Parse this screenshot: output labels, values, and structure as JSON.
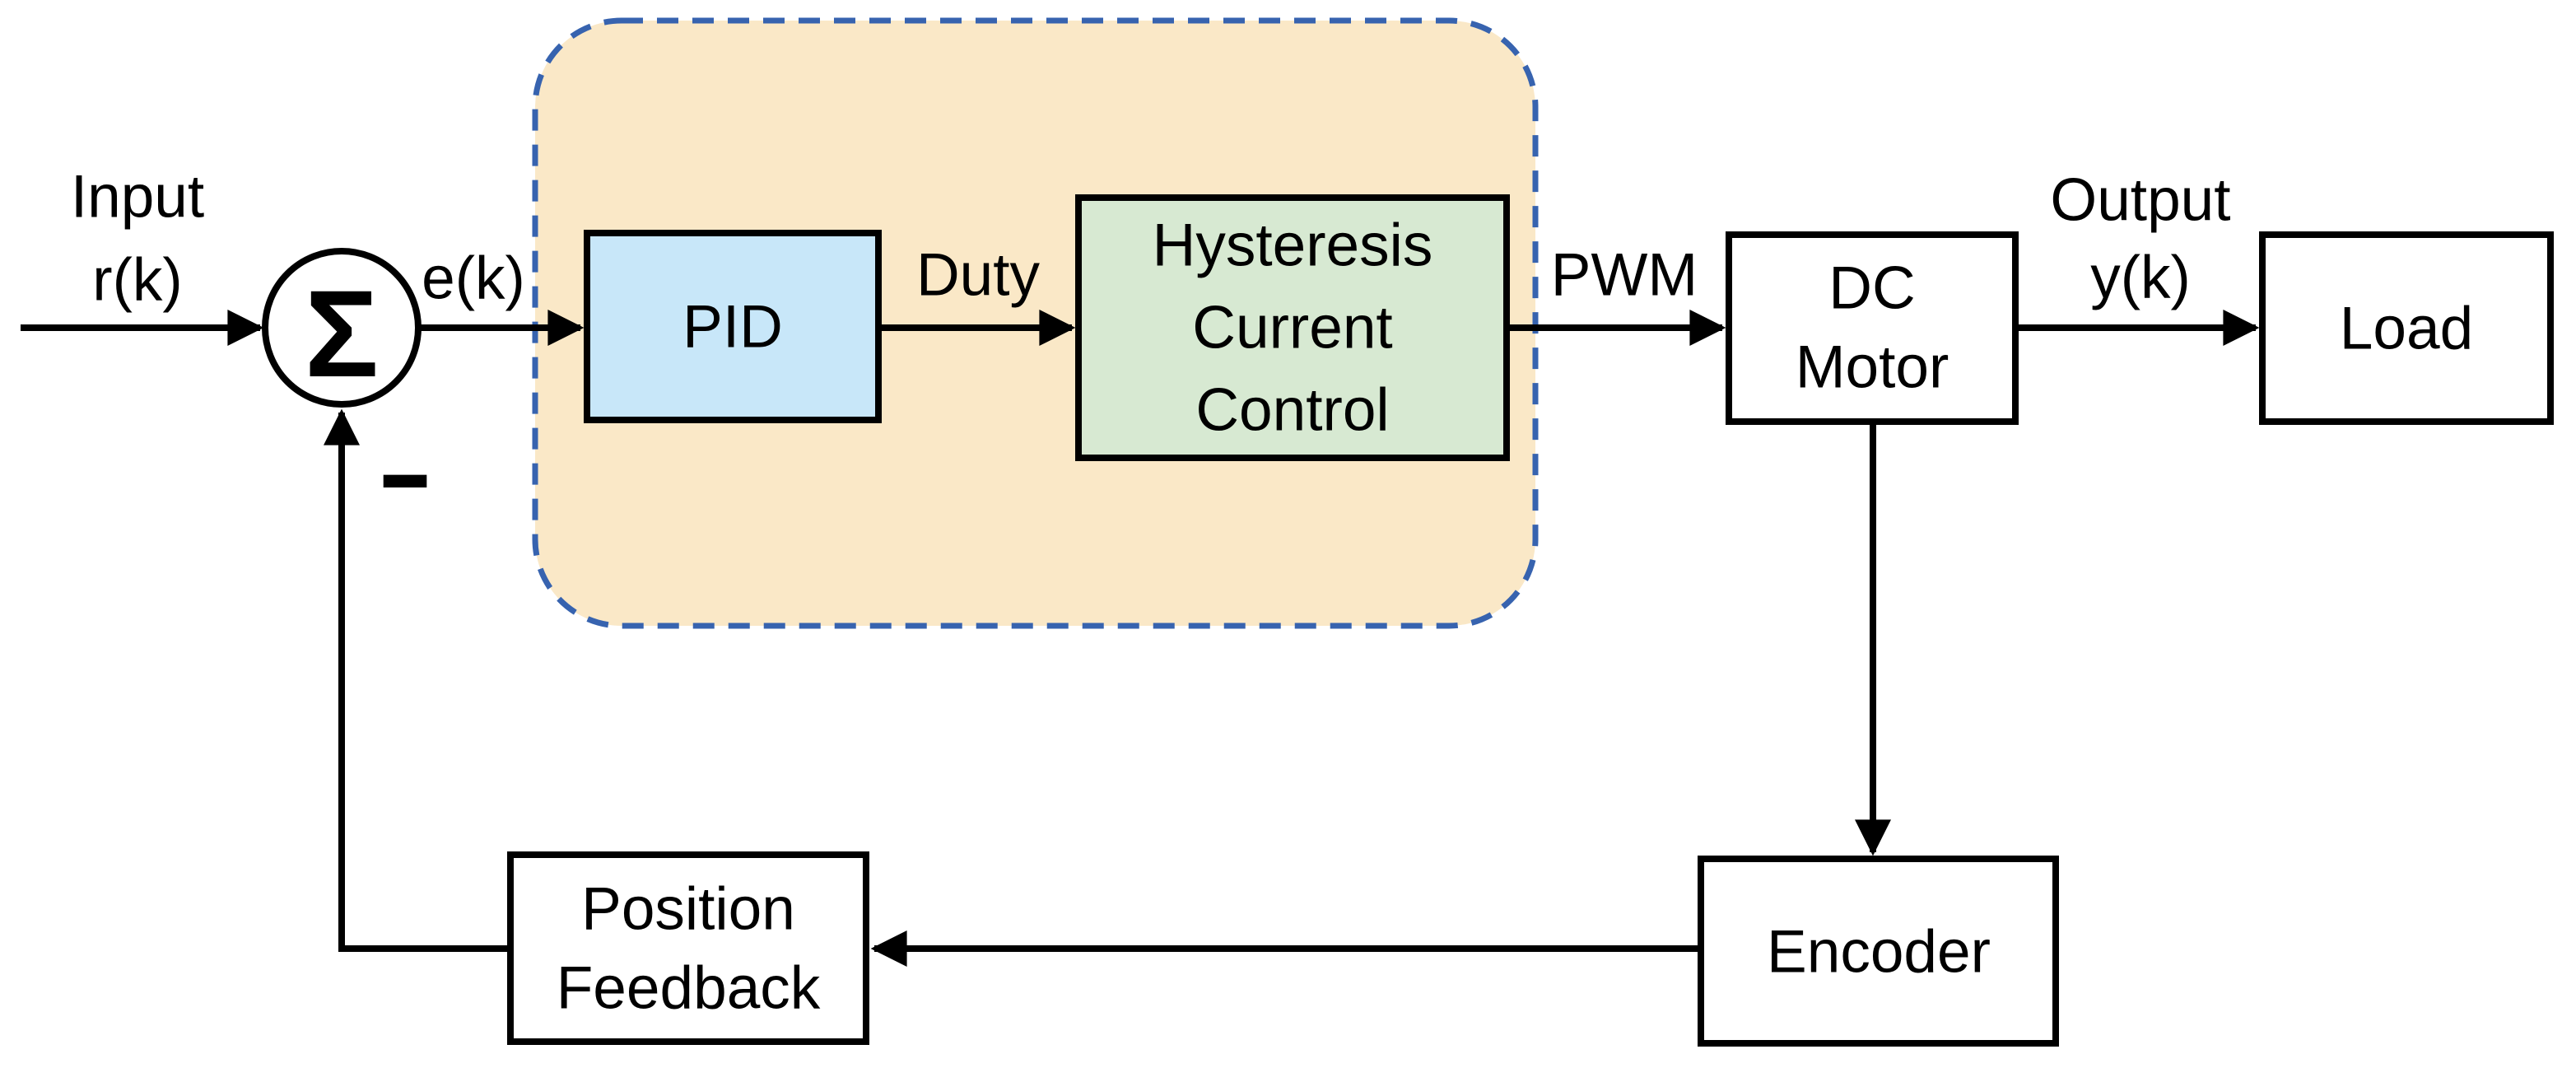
{
  "diagram": {
    "type": "control-system-block-diagram",
    "description": "Closed-loop PID position control of a DC motor with hysteresis current control, encoder and position feedback"
  },
  "labels": {
    "input_line1": "Input",
    "input_line2": "r(k)",
    "error": "e(k)",
    "duty": "Duty",
    "pwm": "PWM",
    "output_line1": "Output",
    "output_line2": "y(k)",
    "sum_symbol": "Σ",
    "minus_sign": "−"
  },
  "blocks": {
    "pid": {
      "label": "PID",
      "fill": "#C8E7F9"
    },
    "hysteresis": {
      "lines": [
        "Hysteresis",
        "Current",
        "Control"
      ],
      "fill": "#D7E9D2"
    },
    "dc_motor": {
      "lines": [
        "DC",
        "Motor"
      ],
      "fill": "#FFFFFF"
    },
    "load": {
      "label": "Load",
      "fill": "#FFFFFF"
    },
    "encoder": {
      "label": "Encoder",
      "fill": "#FFFFFF"
    },
    "position_feedback": {
      "lines": [
        "Position",
        "Feedback"
      ],
      "fill": "#FFFFFF"
    }
  },
  "container": {
    "fill": "#FAE8C7",
    "border": "#3763AF"
  },
  "colors": {
    "background": "#FFFFFF",
    "line": "#000000",
    "text": "#000000",
    "sum_fill": "#FFFFFF"
  },
  "edges": [
    {
      "from": "input",
      "to": "sum-junction",
      "label": "Input r(k)"
    },
    {
      "from": "sum-junction",
      "to": "pid",
      "label": "e(k)"
    },
    {
      "from": "pid",
      "to": "hysteresis",
      "label": "Duty"
    },
    {
      "from": "hysteresis",
      "to": "dc_motor",
      "label": "PWM"
    },
    {
      "from": "dc_motor",
      "to": "load",
      "label": "Output y(k)"
    },
    {
      "from": "dc_motor",
      "to": "encoder",
      "label": ""
    },
    {
      "from": "encoder",
      "to": "position_feedback",
      "label": ""
    },
    {
      "from": "position_feedback",
      "to": "sum-junction",
      "label": "−"
    }
  ]
}
